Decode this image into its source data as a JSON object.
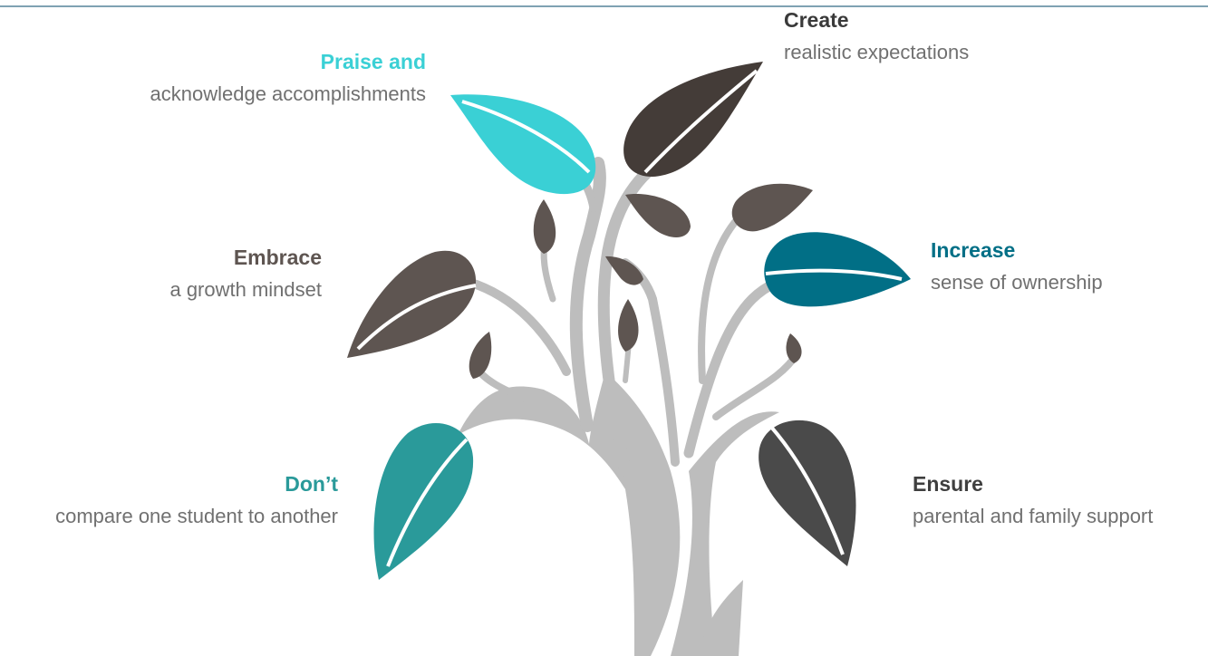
{
  "colors": {
    "trunk": "#bdbdbd",
    "dark_leaf": "#443c38",
    "brown_leaf": "#5e5551",
    "cyan": "#3ad0d5",
    "teal": "#2a9a9a",
    "petrol": "#016f86",
    "grey_leaf": "#4a4a4a",
    "body_text": "#707070"
  },
  "items": [
    {
      "id": "praise",
      "heading": "Praise and",
      "body": "acknowledge accomplishments",
      "heading_color": "#3ad0d5",
      "leaf_color": "#3ad0d5"
    },
    {
      "id": "create",
      "heading": "Create",
      "body": "realistic expectations",
      "heading_color": "#3a3a3a",
      "leaf_color": "#443c38"
    },
    {
      "id": "embrace",
      "heading": "Embrace",
      "body": "a growth mindset",
      "heading_color": "#5e5551",
      "leaf_color": "#5e5551"
    },
    {
      "id": "increase",
      "heading": "Increase",
      "body": "sense of ownership",
      "heading_color": "#016f86",
      "leaf_color": "#016f86"
    },
    {
      "id": "dont",
      "heading": "Don’t",
      "body": "compare one student to another",
      "heading_color": "#2a9a9a",
      "leaf_color": "#2a9a9a"
    },
    {
      "id": "ensure",
      "heading": "Ensure",
      "body": "parental and family support",
      "heading_color": "#3f3f3f",
      "leaf_color": "#4a4a4a"
    }
  ]
}
